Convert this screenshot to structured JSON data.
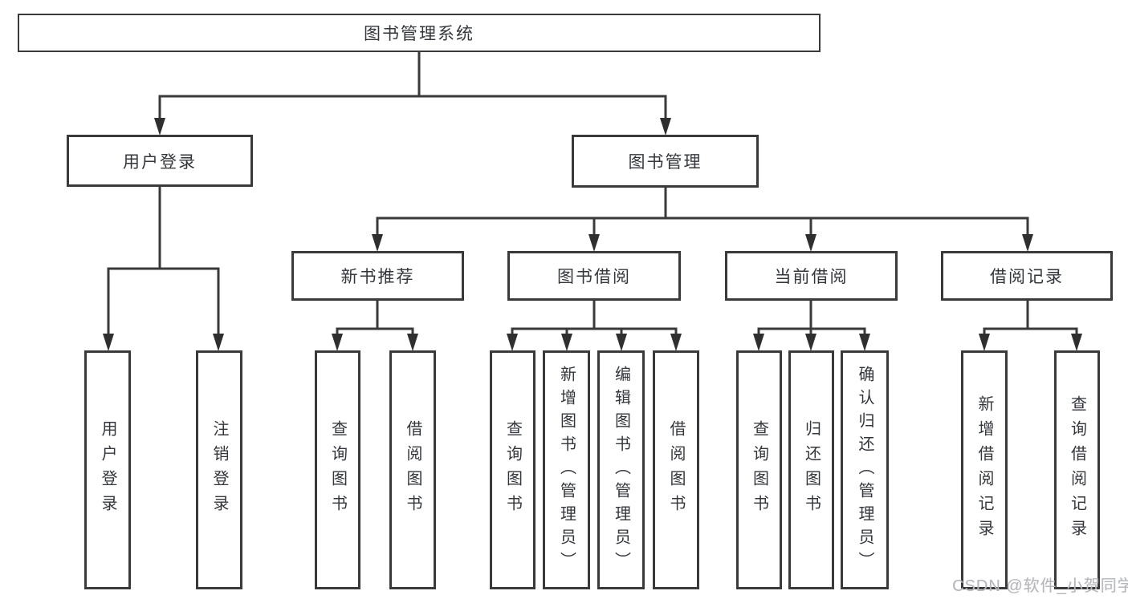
{
  "nodes": {
    "root": "图书管理系统",
    "user_login": "用户登录",
    "book_mgmt": "图书管理",
    "leaf_user_login": "用户登录",
    "leaf_logout": "注销登录",
    "new_book_rec": "新书推荐",
    "book_borrow": "图书借阅",
    "current_borrow": "当前借阅",
    "borrow_records": "借阅记录",
    "rec_query_book": "查询图书",
    "rec_borrow_book": "借阅图书",
    "bb_query_book": "查询图书",
    "bb_add_book": "新增图书（管理员）",
    "bb_edit_book": "编辑图书（管理员）",
    "bb_borrow_book": "借阅图书",
    "cb_query_book": "查询图书",
    "cb_return_book": "归还图书",
    "cb_confirm_return": "确认归还（管理员）",
    "br_add_record": "新增借阅记录",
    "br_query_record": "查询借阅记录"
  },
  "tree": {
    "label": "图书管理系统",
    "children": [
      {
        "label": "用户登录",
        "children": [
          {
            "label": "用户登录"
          },
          {
            "label": "注销登录"
          }
        ]
      },
      {
        "label": "图书管理",
        "children": [
          {
            "label": "新书推荐",
            "children": [
              {
                "label": "查询图书"
              },
              {
                "label": "借阅图书"
              }
            ]
          },
          {
            "label": "图书借阅",
            "children": [
              {
                "label": "查询图书"
              },
              {
                "label": "新增图书（管理员）"
              },
              {
                "label": "编辑图书（管理员）"
              },
              {
                "label": "借阅图书"
              }
            ]
          },
          {
            "label": "当前借阅",
            "children": [
              {
                "label": "查询图书"
              },
              {
                "label": "归还图书"
              },
              {
                "label": "确认归还（管理员）"
              }
            ]
          },
          {
            "label": "借阅记录",
            "children": [
              {
                "label": "新增借阅记录"
              },
              {
                "label": "查询借阅记录"
              }
            ]
          }
        ]
      }
    ]
  },
  "colors": {
    "line": "#3a3a3a",
    "text": "#33373c",
    "watermark": "#b3b8be",
    "background": "#ffffff"
  },
  "watermark": "CSDN @软件_小贺同学"
}
